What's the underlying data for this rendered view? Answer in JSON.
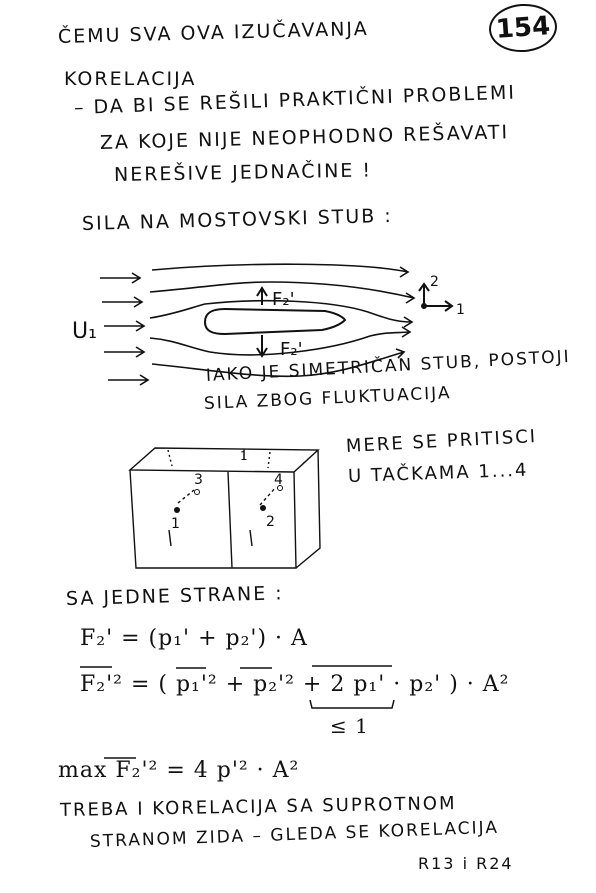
{
  "page_number": "154",
  "lines": {
    "l1": "ČEMU SVA OVA IZUČAVANJA",
    "l2": "KORELACIJA",
    "l3": "– DA BI SE REŠILI PRAKTIČNI PROBLEMI",
    "l4": "ZA KOJE NIJE NEOPHODNO REŠAVATI",
    "l5": "NEREŠIVE JEDNAČINE !",
    "l6": "SILA NA MOSTOVSKI STUB :",
    "l7": "IAKO JE SIMETRIČAN STUB, POSTOJI",
    "l8": "SILA ZBOG FLUKTUACIJA",
    "l9": "MERE SE PRITISCI",
    "l10": "U TAČKAMA 1...4",
    "l11": "SA JEDNE STRANE :",
    "l12": "TREBA I KORELACIJA SA SUPROTNOM",
    "l13": "STRANOM ZIDA – GLEDA SE KORELACIJA",
    "l14": "R13 i R24"
  },
  "diagram1": {
    "inflow_label": "U₁",
    "force_up_label": "F₂'",
    "force_down_label": "F₂'",
    "axis_vertical": "2",
    "axis_horizontal": "1"
  },
  "diagram2": {
    "point_1": "1",
    "point_2": "2",
    "point_3": "3",
    "point_4": "4",
    "top_mark": "1"
  },
  "equations": {
    "eq1": "F₂' = (p₁' + p₂') · A",
    "eq2": "F₂'² = ( p₁'² + p₂'² + 2 p₁' · p₂' ) · A²",
    "eq2_note": "≤ 1",
    "eq3": "max F₂'² = 4 p'² · A²"
  }
}
